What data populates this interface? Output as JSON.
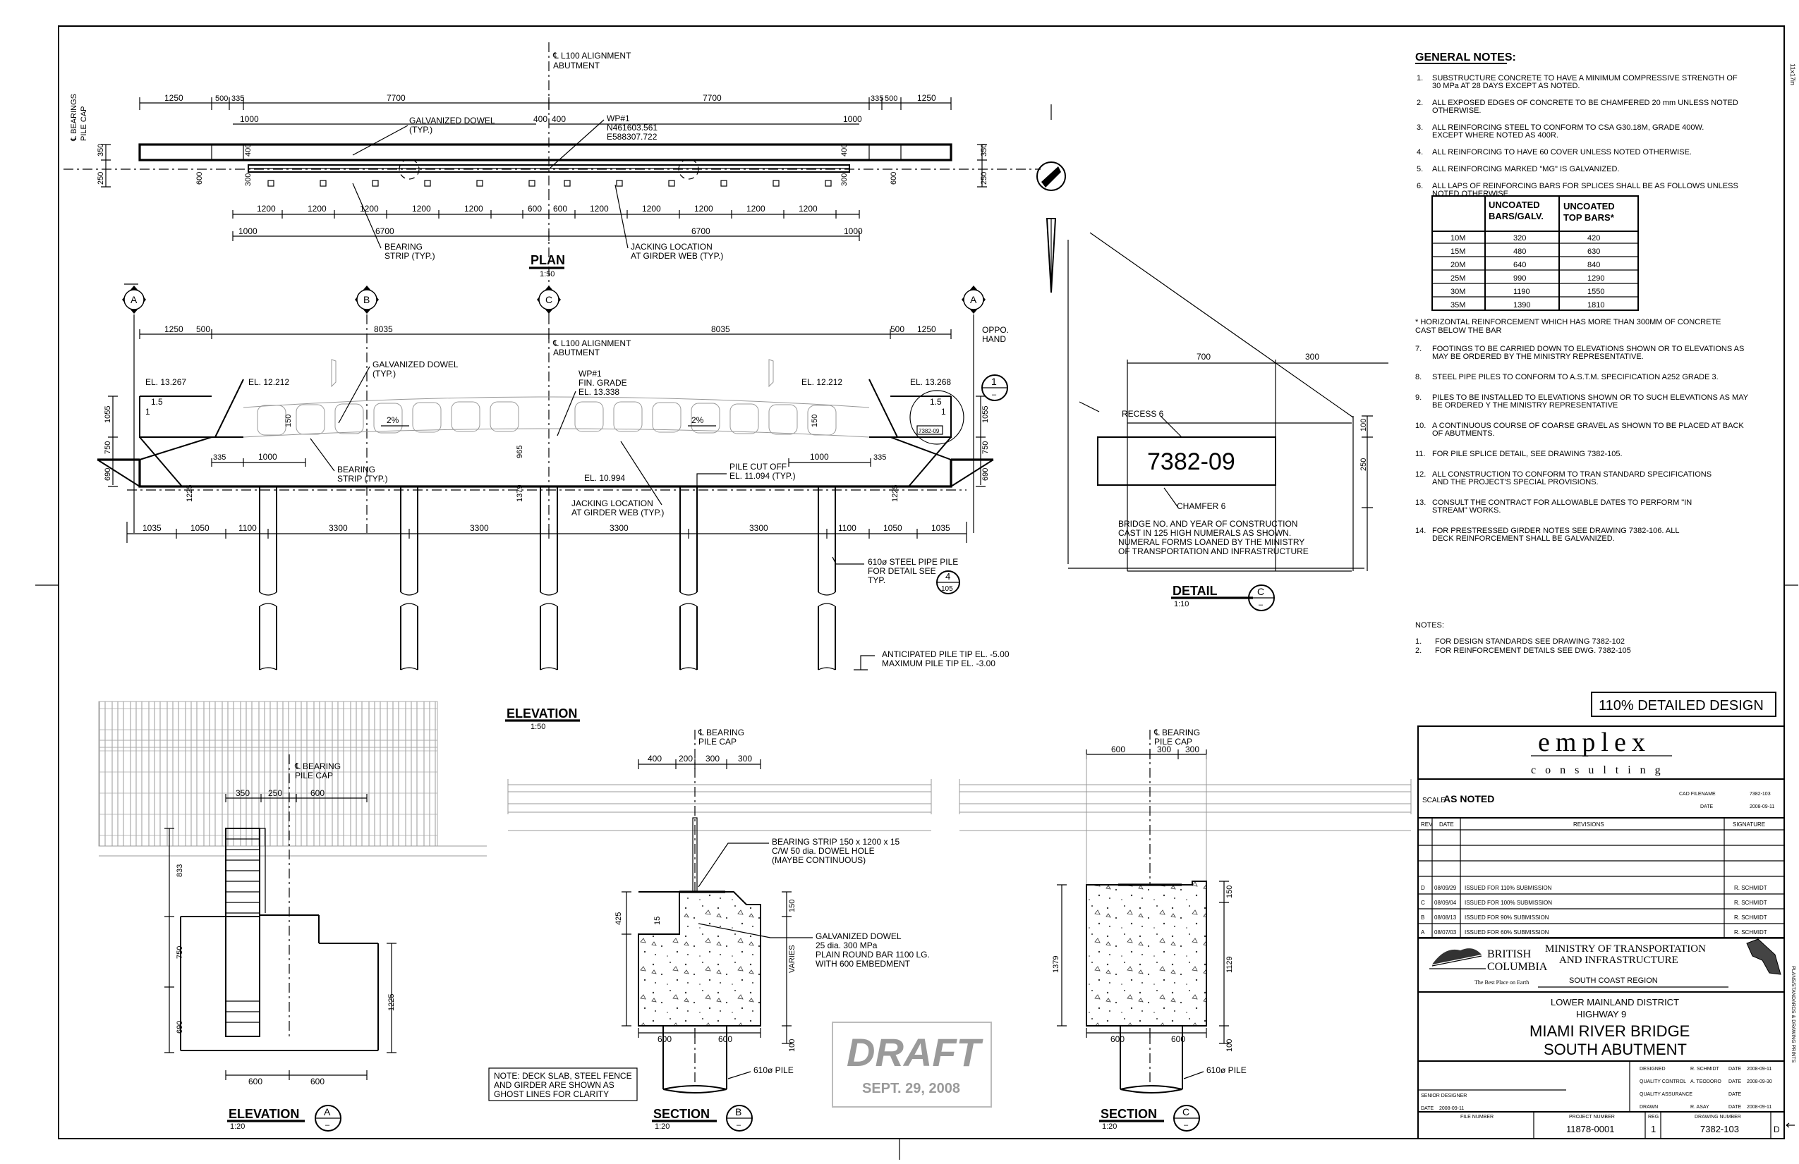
{
  "plan": {
    "title": "PLAN",
    "scale": "1:50",
    "alignment": [
      "℄ L100 ALIGNMENT",
      "ABUTMENT"
    ],
    "bearings_label": [
      "℄ BEARINGS",
      "PILE CAP"
    ],
    "top_dims": [
      "1250",
      "500",
      "335",
      "7700",
      "7700",
      "335",
      "500",
      "1250"
    ],
    "mid_dims": [
      "1000",
      "400",
      "400",
      "1000"
    ],
    "bottom_dims": [
      "1200",
      "1200",
      "1200",
      "1200",
      "1200",
      "600",
      "600",
      "1200",
      "1200",
      "1200",
      "1200",
      "1200"
    ],
    "overall_dims": [
      "6700",
      "6700"
    ],
    "end_dims": [
      "1000",
      "1000"
    ],
    "side_dims": [
      "350",
      "250",
      "600",
      "400",
      "300",
      "350",
      "250",
      "600",
      "400",
      "300"
    ],
    "dowel_note": [
      "GALVANIZED DOWEL",
      "(TYP.)"
    ],
    "wp_note": [
      "WP#1",
      "N461603.561",
      "E588307.722"
    ],
    "bearing_note": [
      "BEARING",
      "STRIP (TYP.)"
    ],
    "jacking_note": [
      "JACKING LOCATION",
      "AT GIRDER WEB (TYP.)"
    ]
  },
  "elevation": {
    "title": "ELEVATION",
    "scale": "1:50",
    "grid_markers": [
      "A",
      "B",
      "C",
      "A"
    ],
    "oppo_hand": [
      "OPPO.",
      "HAND"
    ],
    "top_dims": [
      "1250",
      "500",
      "8035",
      "8035",
      "500",
      "1250"
    ],
    "bottom_dims": [
      "1035",
      "1050",
      "1100",
      "3300",
      "3300",
      "3300",
      "3300",
      "1100",
      "1050",
      "1035"
    ],
    "elevations": [
      "EL. 13.267",
      "EL. 12.212",
      "EL. 12.212",
      "EL. 13.268",
      "EL. 10.994"
    ],
    "fin_grade": [
      "WP#1",
      "FIN. GRADE",
      "EL. 13.338"
    ],
    "slope": "1.5",
    "slope_one": "1",
    "slope_labels": [
      "2%",
      "2%"
    ],
    "heights": [
      "1055",
      "750",
      "690",
      "150",
      "1225",
      "965",
      "1379",
      "150",
      "1055",
      "750",
      "690",
      "1225"
    ],
    "inner_dims": [
      "335",
      "1000",
      "1000",
      "335"
    ],
    "pile_cutoff": [
      "PILE CUT OFF",
      "EL. 11.094 (TYP.)"
    ],
    "pile_note": [
      "610ø STEEL PIPE PILE",
      "FOR DETAIL SEE",
      "TYP."
    ],
    "pile_ref": {
      "num": "4",
      "sheet": "105"
    },
    "pile_tip": [
      "ANTICIPATED PILE TIP EL. -5.00",
      "MAXIMUM PILE TIP EL. -3.00"
    ],
    "detail_ref": {
      "num": "1",
      "sheet": "–"
    },
    "tag": "7382-09"
  },
  "detail": {
    "title": "DETAIL",
    "scale": "1:10",
    "marker": "C",
    "dims": [
      "700",
      "300",
      "100",
      "250"
    ],
    "recess": "RECESS 6",
    "chamfer": "CHAMFER 6",
    "number": "7382-09",
    "note": [
      "BRIDGE NO. AND YEAR OF CONSTRUCTION",
      "CAST IN 125 HIGH NUMERALS AS SHOWN.",
      "NUMERAL FORMS LOANED BY THE MINISTRY",
      "OF TRANSPORTATION AND INFRASTRUCTURE"
    ]
  },
  "general_notes": {
    "title": "GENERAL NOTES:",
    "items": [
      [
        "1.",
        "SUBSTRUCTURE CONCRETE TO HAVE A MINIMUM COMPRESSIVE STRENGTH OF",
        "30 MPa AT 28 DAYS EXCEPT AS NOTED."
      ],
      [
        "2.",
        "ALL EXPOSED EDGES OF CONCRETE TO BE CHAMFERED 20 mm UNLESS NOTED",
        "OTHERWISE."
      ],
      [
        "3.",
        "ALL REINFORCING STEEL TO CONFORM TO CSA G30.18M, GRADE 400W.",
        "EXCEPT WHERE NOTED AS 400R."
      ],
      [
        "4.",
        "ALL REINFORCING TO HAVE 60 COVER UNLESS NOTED OTHERWISE."
      ],
      [
        "5.",
        "ALL REINFORCING MARKED \"MG\" IS GALVANIZED."
      ],
      [
        "6.",
        "ALL LAPS OF REINFORCING BARS FOR SPLICES SHALL BE AS FOLLOWS UNLESS",
        "NOTED OTHERWISE."
      ]
    ],
    "lap_table": {
      "headers": [
        [
          "UNCOATED",
          "BARS/GALV."
        ],
        [
          "UNCOATED",
          "TOP BARS*"
        ]
      ],
      "rows": [
        [
          "10M",
          "320",
          "420"
        ],
        [
          "15M",
          "480",
          "630"
        ],
        [
          "20M",
          "640",
          "840"
        ],
        [
          "25M",
          "990",
          "1290"
        ],
        [
          "30M",
          "1190",
          "1550"
        ],
        [
          "35M",
          "1390",
          "1810"
        ]
      ]
    },
    "footnote": [
      "* HORIZONTAL REINFORCEMENT WHICH HAS MORE THAN 300MM OF CONCRETE",
      "CAST BELOW THE BAR"
    ],
    "items2": [
      [
        "7.",
        "FOOTINGS TO BE CARRIED DOWN TO ELEVATIONS SHOWN OR TO ELEVATIONS AS",
        "MAY BE ORDERED BY THE MINISTRY REPRESENTATIVE."
      ],
      [
        "8.",
        "STEEL PIPE PILES TO CONFORM TO A.S.T.M. SPECIFICATION A252 GRADE 3."
      ],
      [
        "9.",
        "PILES TO BE INSTALLED TO ELEVATIONS SHOWN OR TO SUCH ELEVATIONS AS MAY",
        "BE ORDERED Y THE MINISTRY REPRESENTATIVE"
      ],
      [
        "10.",
        "A CONTINUOUS COURSE OF COARSE GRAVEL AS SHOWN TO BE PLACED AT BACK",
        "OF ABUTMENTS."
      ],
      [
        "11.",
        "FOR PILE SPLICE DETAIL, SEE DRAWING 7382-105."
      ],
      [
        "12.",
        "ALL CONSTRUCTION TO CONFORM TO TRAN STANDARD SPECIFICATIONS",
        "AND THE PROJECT'S SPECIAL PROVISIONS."
      ],
      [
        "13.",
        "CONSULT THE CONTRACT FOR ALLOWABLE DATES TO PERFORM \"IN",
        "STREAM\" WORKS."
      ],
      [
        "14.",
        "FOR PRESTRESSED GIRDER NOTES SEE DRAWING 7382-106. ALL",
        "DECK REINFORCEMENT SHALL BE GALVANIZED."
      ]
    ]
  },
  "notes": {
    "title": "NOTES:",
    "items": [
      [
        "1.",
        "FOR DESIGN STANDARDS SEE DRAWING 7382-102"
      ],
      [
        "2.",
        "FOR REINFORCEMENT DETAILS SEE DWG. 7382-105"
      ]
    ]
  },
  "design_stage": "110% DETAILED DESIGN",
  "title_block": {
    "firm": "emplex",
    "firm_sub": "consulting",
    "scale_label": "SCALE",
    "scale": "AS NOTED",
    "cad_filename_label": "CAD FILENAME",
    "cad_filename": "7382-103",
    "date_label": "DATE",
    "date": "2008-09-11",
    "rev_header": [
      "REV",
      "DATE",
      "REVISIONS",
      "SIGNATURE"
    ],
    "revisions": [
      [
        "D",
        "08/09/29",
        "ISSUED FOR 110% SUBMISSION",
        "R. SCHMIDT"
      ],
      [
        "C",
        "08/09/04",
        "ISSUED FOR 100% SUBMISSION",
        "R. SCHMIDT"
      ],
      [
        "B",
        "08/08/13",
        "ISSUED FOR 90% SUBMISSION",
        "R. SCHMIDT"
      ],
      [
        "A",
        "08/07/03",
        "ISSUED FOR 60% SUBMISSION",
        "R. SCHMIDT"
      ]
    ],
    "bc1": "BRITISH",
    "bc2": "COLUMBIA",
    "bc_tag": "The Best Place on Earth",
    "ministry1": "MINISTRY OF TRANSPORTATION",
    "ministry2": "AND INFRASTRUCTURE",
    "region": "SOUTH COAST REGION",
    "district": "LOWER MAINLAND DISTRICT",
    "highway": "HIGHWAY 9",
    "project1": "MIAMI RIVER BRIDGE",
    "project2": "SOUTH ABUTMENT",
    "signoffs": [
      [
        "DESIGNED",
        "R. SCHMIDT",
        "DATE",
        "2008-09-11"
      ],
      [
        "QUALITY CONTROL",
        "A. TEODORO",
        "DATE",
        "2008-09-30"
      ],
      [
        "QUALITY ASSURANCE",
        "",
        "DATE",
        ""
      ],
      [
        "DRAWN",
        "R. ASAY",
        "DATE",
        "2008-09-11"
      ]
    ],
    "senior_designer": "SENIOR DESIGNER",
    "senior_date_label": "DATE",
    "senior_date": "2008-09-11",
    "bottom_headers": [
      "FILE NUMBER",
      "PROJECT NUMBER",
      "REG",
      "DRAWING NUMBER"
    ],
    "project_number": "11878-0001",
    "reg": "1",
    "drawing_number": "7382-103",
    "rev_letter": "D",
    "side_text": "PLANS/STANDARDS & DRAWING PRINTS"
  },
  "draft": {
    "word": "DRAFT",
    "date": "SEPT. 29, 2008"
  },
  "bottom_views": {
    "elev_a": {
      "title": "ELEVATION",
      "marker": "A",
      "scale": "1:20",
      "label": [
        "℄ BEARING",
        "PILE CAP"
      ],
      "dims_top": [
        "350",
        "250",
        "600"
      ],
      "dims_side": [
        "833",
        "750",
        "690",
        "1225"
      ],
      "dims_bottom": [
        "600",
        "600"
      ]
    },
    "sect_b": {
      "title": "SECTION",
      "marker": "B",
      "scale": "1:20",
      "label": [
        "℄ BEARING",
        "PILE CAP"
      ],
      "dims_top": [
        "400",
        "200",
        "300",
        "300"
      ],
      "dims_side": [
        "425",
        "15",
        "150",
        "VARIES",
        "100"
      ],
      "dims_bottom": [
        "600",
        "600"
      ],
      "bearing_note": [
        "BEARING STRIP 150 x 1200 x 15",
        "C/W 50 dia. DOWEL HOLE",
        "(MAYBE CONTINUOUS)"
      ],
      "dowel_note": [
        "GALVANIZED DOWEL",
        "25 dia. 300 MPa",
        "PLAIN ROUND BAR 1100 LG.",
        "WITH 600 EMBEDMENT"
      ],
      "pile": "610ø PILE"
    },
    "sect_c": {
      "title": "SECTION",
      "marker": "C",
      "scale": "1:20",
      "label": [
        "℄ BEARING",
        "PILE CAP"
      ],
      "dims_top": [
        "600",
        "300",
        "300"
      ],
      "dims_side": [
        "1379",
        "150",
        "1129",
        "100"
      ],
      "dims_bottom": [
        "600",
        "600"
      ],
      "pile": "610ø PILE"
    },
    "ghost_note": [
      "NOTE: DECK SLAB, STEEL FENCE",
      "AND GIRDER ARE SHOWN AS",
      "GHOST LINES FOR CLARITY"
    ]
  },
  "page_mark": "11x17in"
}
